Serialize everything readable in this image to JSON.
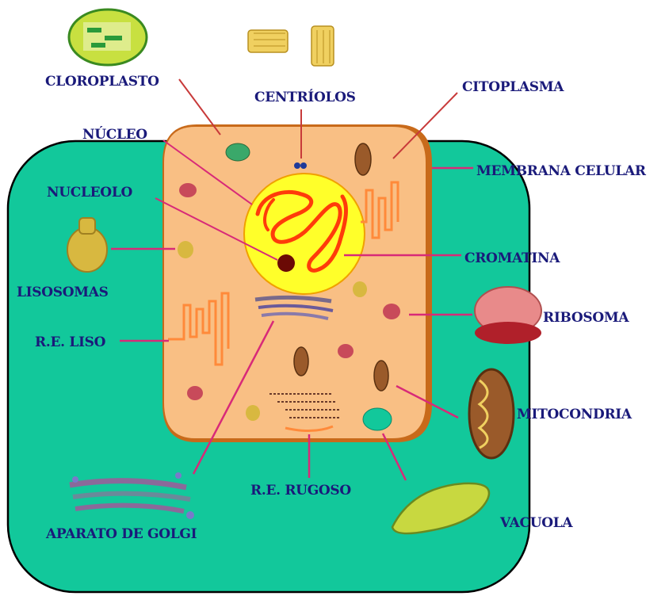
{
  "labels": {
    "cloroplasto": "CLOROPLASTO",
    "centriolos": "CENTRÍOLOS",
    "citoplasma": "CITOPLASMA",
    "nucleo": "NÚCLEO",
    "membrana": "MEMBRANA CELULAR",
    "nucleolo": "NUCLEOLO",
    "cromatina": "CROMATINA",
    "lisosomas": "LISOSOMAS",
    "ribosoma": "RIBOSOMA",
    "re_liso": "R.E. LISO",
    "mitocondria": "MITOCONDRIA",
    "re_rugoso": "R.E. RUGOSO",
    "vacuola": "VACUOLA",
    "golgi": "APARATO DE GOLGI"
  },
  "colors": {
    "outer_cell": "#12c89b",
    "cytoplasm": "#f9bf84",
    "nucleus": "#ffff2a",
    "chromatin": "#ff3b0a",
    "nucleolus": "#6b0a05",
    "label_text": "#1a1a7a",
    "pointer_line": "#d82a78"
  }
}
